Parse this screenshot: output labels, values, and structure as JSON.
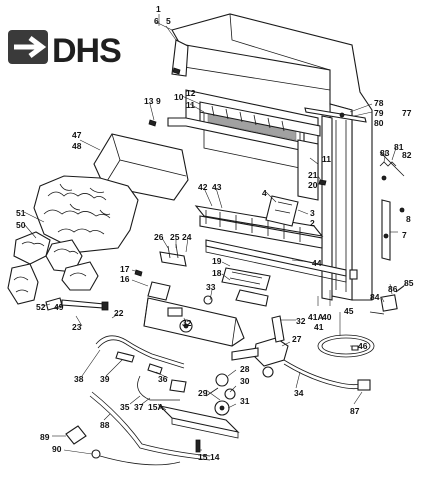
{
  "logo": {
    "text": "DHS",
    "badge_color": "#3a3a3a"
  },
  "labels": {
    "l1": "1",
    "l6": "6",
    "l5": "5",
    "l13": "13",
    "l9": "9",
    "l10": "10",
    "l12": "12",
    "l11a": "11",
    "l11b": "11",
    "l78": "78",
    "l79": "79",
    "l80": "80",
    "l77": "77",
    "l47": "47",
    "l48": "48",
    "l83": "83",
    "l81": "81",
    "l82": "82",
    "l21": "21",
    "l20": "20",
    "l42": "42",
    "l43": "43",
    "l4": "4",
    "l3": "3",
    "l2": "2",
    "l8": "8",
    "l7": "7",
    "l51": "51",
    "l50": "50",
    "l26": "26",
    "l25": "25",
    "l24": "24",
    "l19": "19",
    "l18": "18",
    "l44": "44",
    "l17": "17",
    "l16": "16",
    "l33": "33",
    "l85": "85",
    "l86": "86",
    "l84": "84",
    "l52": "52",
    "l49": "49",
    "l22": "22",
    "l23": "23",
    "l32a": "32",
    "l32b": "32",
    "l41a": "41A",
    "l40": "40",
    "l41": "41",
    "l45": "45",
    "l46": "46",
    "l27": "27",
    "l38": "38",
    "l39": "39",
    "l28": "28",
    "l30": "30",
    "l36": "36",
    "l29": "29",
    "l31": "31",
    "l34": "34",
    "l35": "35",
    "l37": "37",
    "l15a": "15A",
    "l87": "87",
    "l88": "88",
    "l89": "89",
    "l90": "90",
    "l15": "15",
    "l14": "14"
  }
}
